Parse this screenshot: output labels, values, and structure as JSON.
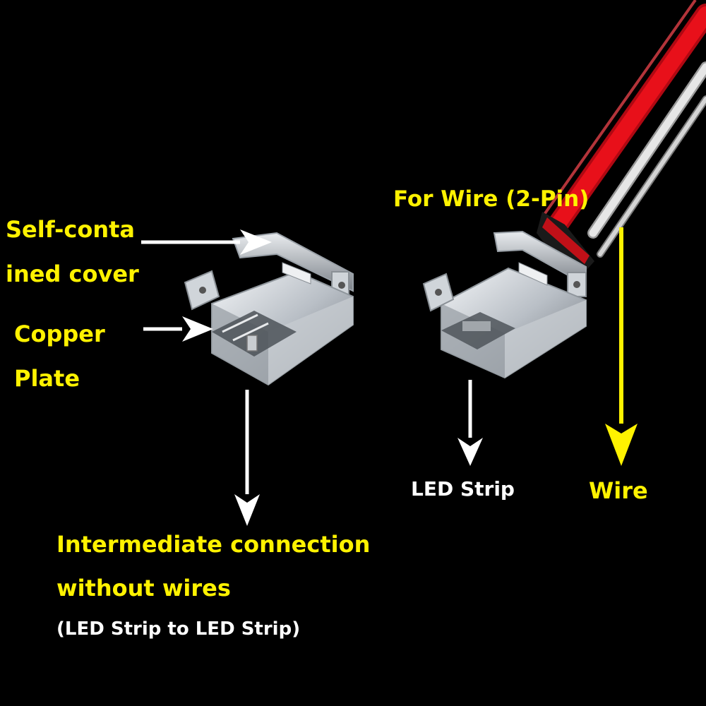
{
  "labels": {
    "self_contained_line1": "Self-conta",
    "self_contained_line2": "ined cover",
    "copper_line1": "Copper",
    "copper_line2": "Plate",
    "for_wire": "For Wire (2-Pin)",
    "led_strip": "LED Strip",
    "wire": "Wire",
    "intermediate_line1": "Intermediate connection",
    "intermediate_line2": "without wires",
    "intermediate_line3": "(LED Strip to LED Strip)"
  },
  "colors": {
    "background": "#000000",
    "label_yellow": "#fff200",
    "label_white": "#ffffff",
    "arrow_white": "#ffffff",
    "arrow_yellow": "#fff200",
    "wire_red": "#e8101a",
    "wire_white": "#e6e6e6",
    "connector_clear": "#d9dde2"
  },
  "icons": {
    "left_connector": "clear-plastic-strip-to-strip-connector",
    "right_connector": "clear-plastic-strip-to-wire-connector",
    "cable": "red-white-two-wire-cable"
  }
}
